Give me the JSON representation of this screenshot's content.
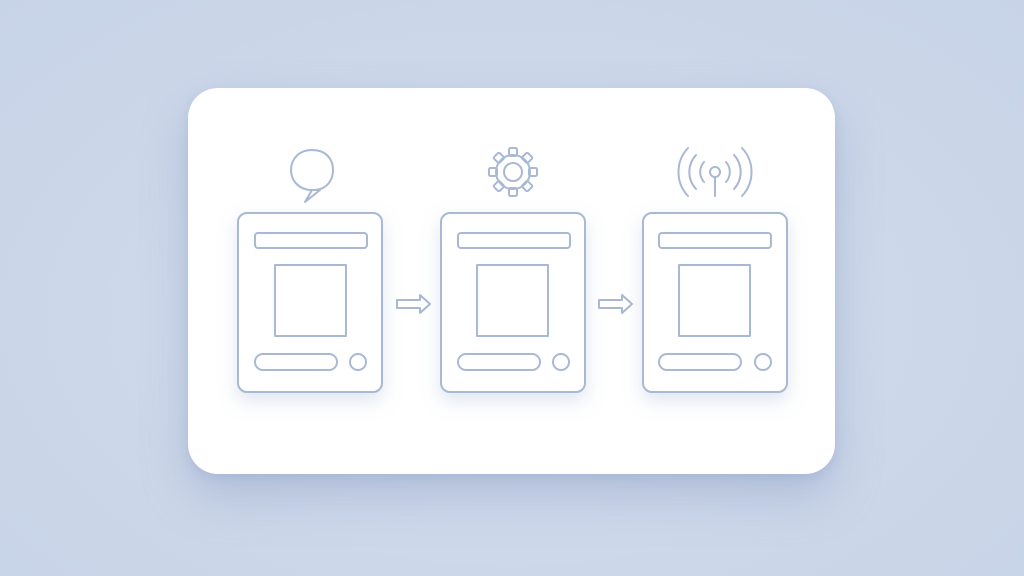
{
  "diagram": {
    "steps": [
      {
        "id": "step-1",
        "icon": "chat-bubble-icon"
      },
      {
        "id": "step-2",
        "icon": "gear-icon"
      },
      {
        "id": "step-3",
        "icon": "broadcast-signal-icon"
      }
    ],
    "connectors": [
      {
        "from": "step-1",
        "to": "step-2",
        "icon": "arrow-right-icon"
      },
      {
        "from": "step-2",
        "to": "step-3",
        "icon": "arrow-right-icon"
      }
    ],
    "colors": {
      "background": "#ced9ea",
      "card": "#ffffff",
      "line": "#a9b8d3"
    }
  }
}
